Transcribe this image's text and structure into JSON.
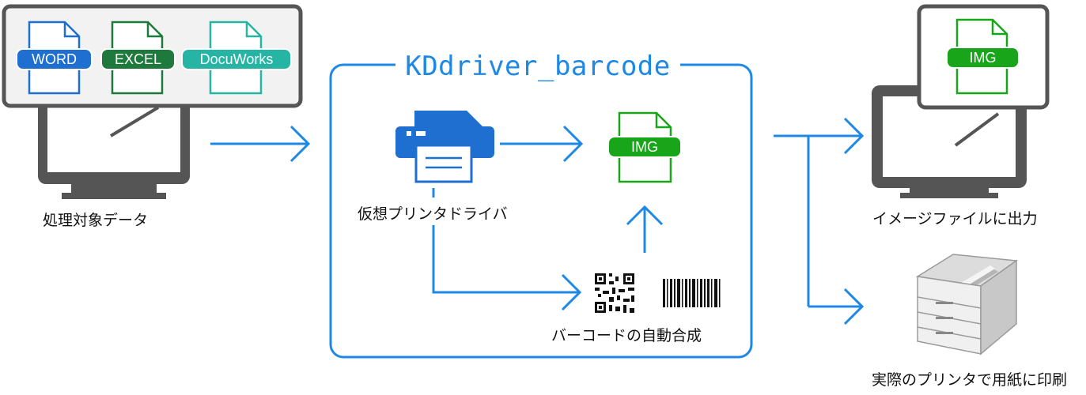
{
  "source": {
    "caption": "処理対象データ",
    "files": [
      {
        "label": "WORD",
        "color": "#1e6fd0"
      },
      {
        "label": "EXCEL",
        "color": "#1e7a3c"
      },
      {
        "label": "DocuWorks",
        "color": "#26b5a4"
      }
    ]
  },
  "driver_box": {
    "title": "KDdriver_barcode",
    "printer_caption": "仮想プリンタドライバ",
    "image_label": "IMG",
    "barcode_caption": "バーコードの自動合成",
    "accent_color": "#1e88e5"
  },
  "outputs": [
    {
      "caption": "イメージファイルに出力",
      "image_label": "IMG"
    },
    {
      "caption": "実際のプリンタで用紙に印刷"
    }
  ],
  "colors": {
    "monitor": "#555555",
    "img_green": "#19a519",
    "flow_blue": "#1e88e5"
  }
}
